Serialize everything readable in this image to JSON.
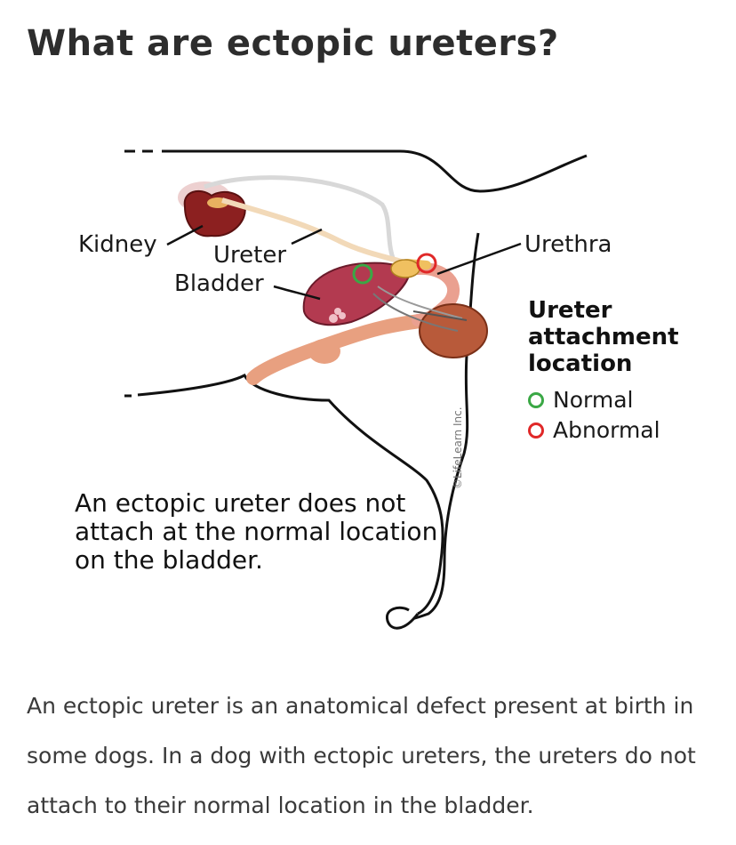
{
  "title": "What are ectopic ureters?",
  "diagram": {
    "labels": {
      "kidney": "Kidney",
      "ureter": "Ureter",
      "bladder": "Bladder",
      "urethra": "Urethra"
    },
    "legend": {
      "title": "Ureter attachment location",
      "items": [
        {
          "label": "Normal",
          "color": "#3aa845",
          "icon": "green-circle"
        },
        {
          "label": "Abnormal",
          "color": "#e02828",
          "icon": "red-circle"
        }
      ]
    },
    "caption": "An ectopic ureter does not attach at the normal location on the bladder.",
    "watermark": "©LifeLearn Inc."
  },
  "body": "An ectopic ureter is an anatomical defect present at birth in some dogs. In a dog with ectopic ureters, the ureters do not attach to their normal location in the bladder."
}
